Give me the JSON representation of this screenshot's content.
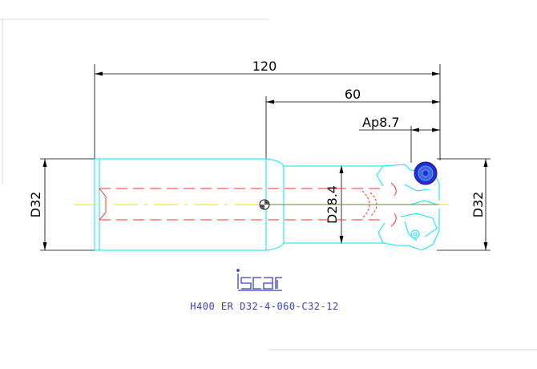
{
  "drawing": {
    "dimensions": {
      "overall_length": "120",
      "head_length": "60",
      "depth_of_cut": "Ap8.7",
      "shank_diameter_left": "D32",
      "neck_diameter": "D28.4",
      "cutting_diameter_right": "D32"
    },
    "brand_logo": "iscar",
    "part_designation": "H400 ER D32-4-060-C32-12",
    "colors": {
      "outline": "#00e5ff",
      "coolant": "#ff3030",
      "centerline": "#e6e600",
      "dimension": "#000000",
      "insert": "#2a2ad0",
      "text": "#3b3bd0"
    }
  }
}
